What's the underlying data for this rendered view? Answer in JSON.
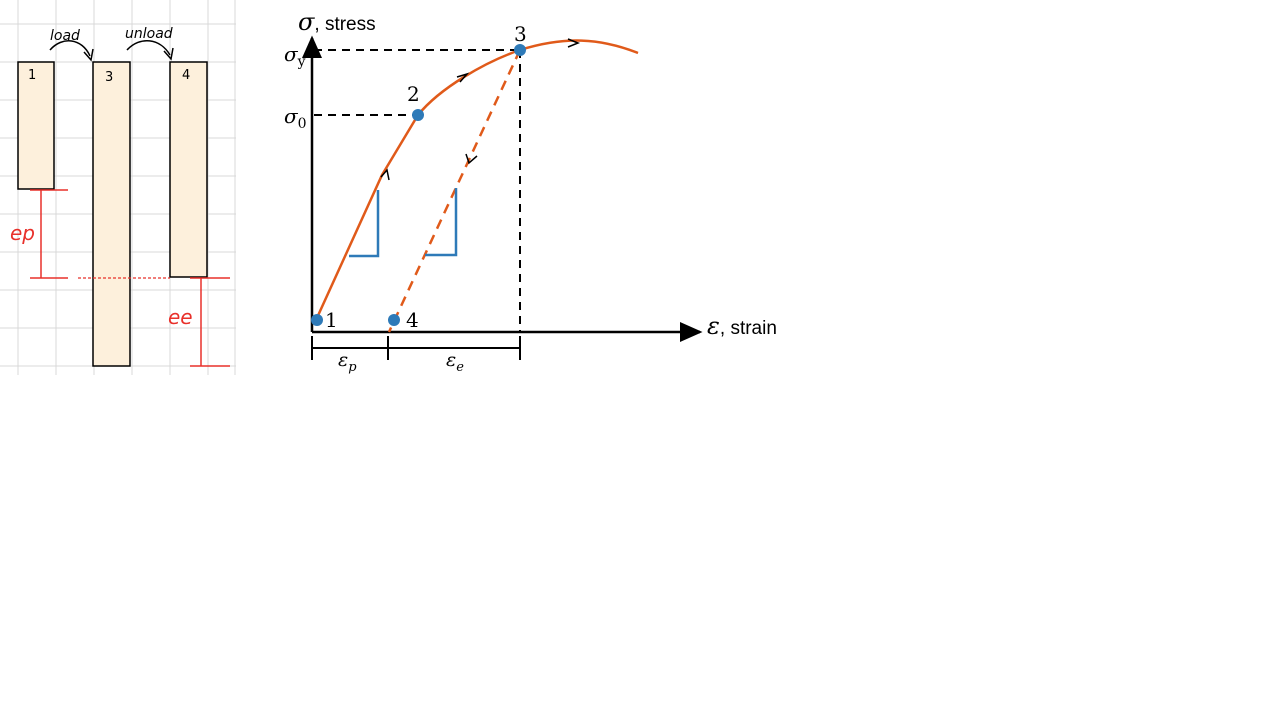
{
  "left_sketch": {
    "arrow_load_label": "load",
    "arrow_unload_label": "unload",
    "bar1_label": "1",
    "bar3_label": "3",
    "bar4_label": "4",
    "ep_label": "ep",
    "ee_label": "ee",
    "bar_fill": "#fdf0dc",
    "bar_stroke": "#000000",
    "grid_color": "#d9d9d9",
    "dim_color": "#e8302a"
  },
  "diagram": {
    "y_axis_symbol": "σ",
    "y_axis_text": ", stress",
    "x_axis_symbol": "ε",
    "x_axis_text": ", strain",
    "sigma_y_base": "σ",
    "sigma_y_sub": "y",
    "sigma_0_base": "σ",
    "sigma_0_sub": "0",
    "point_labels": [
      "1",
      "2",
      "3",
      "4"
    ],
    "eps_p_base": "ε",
    "eps_p_sub": "p",
    "eps_e_base": "ε",
    "eps_e_sub": "e",
    "curve_color": "#e05a1a",
    "point_color": "#2e7ab8",
    "triangle_color": "#2e7ab8"
  }
}
